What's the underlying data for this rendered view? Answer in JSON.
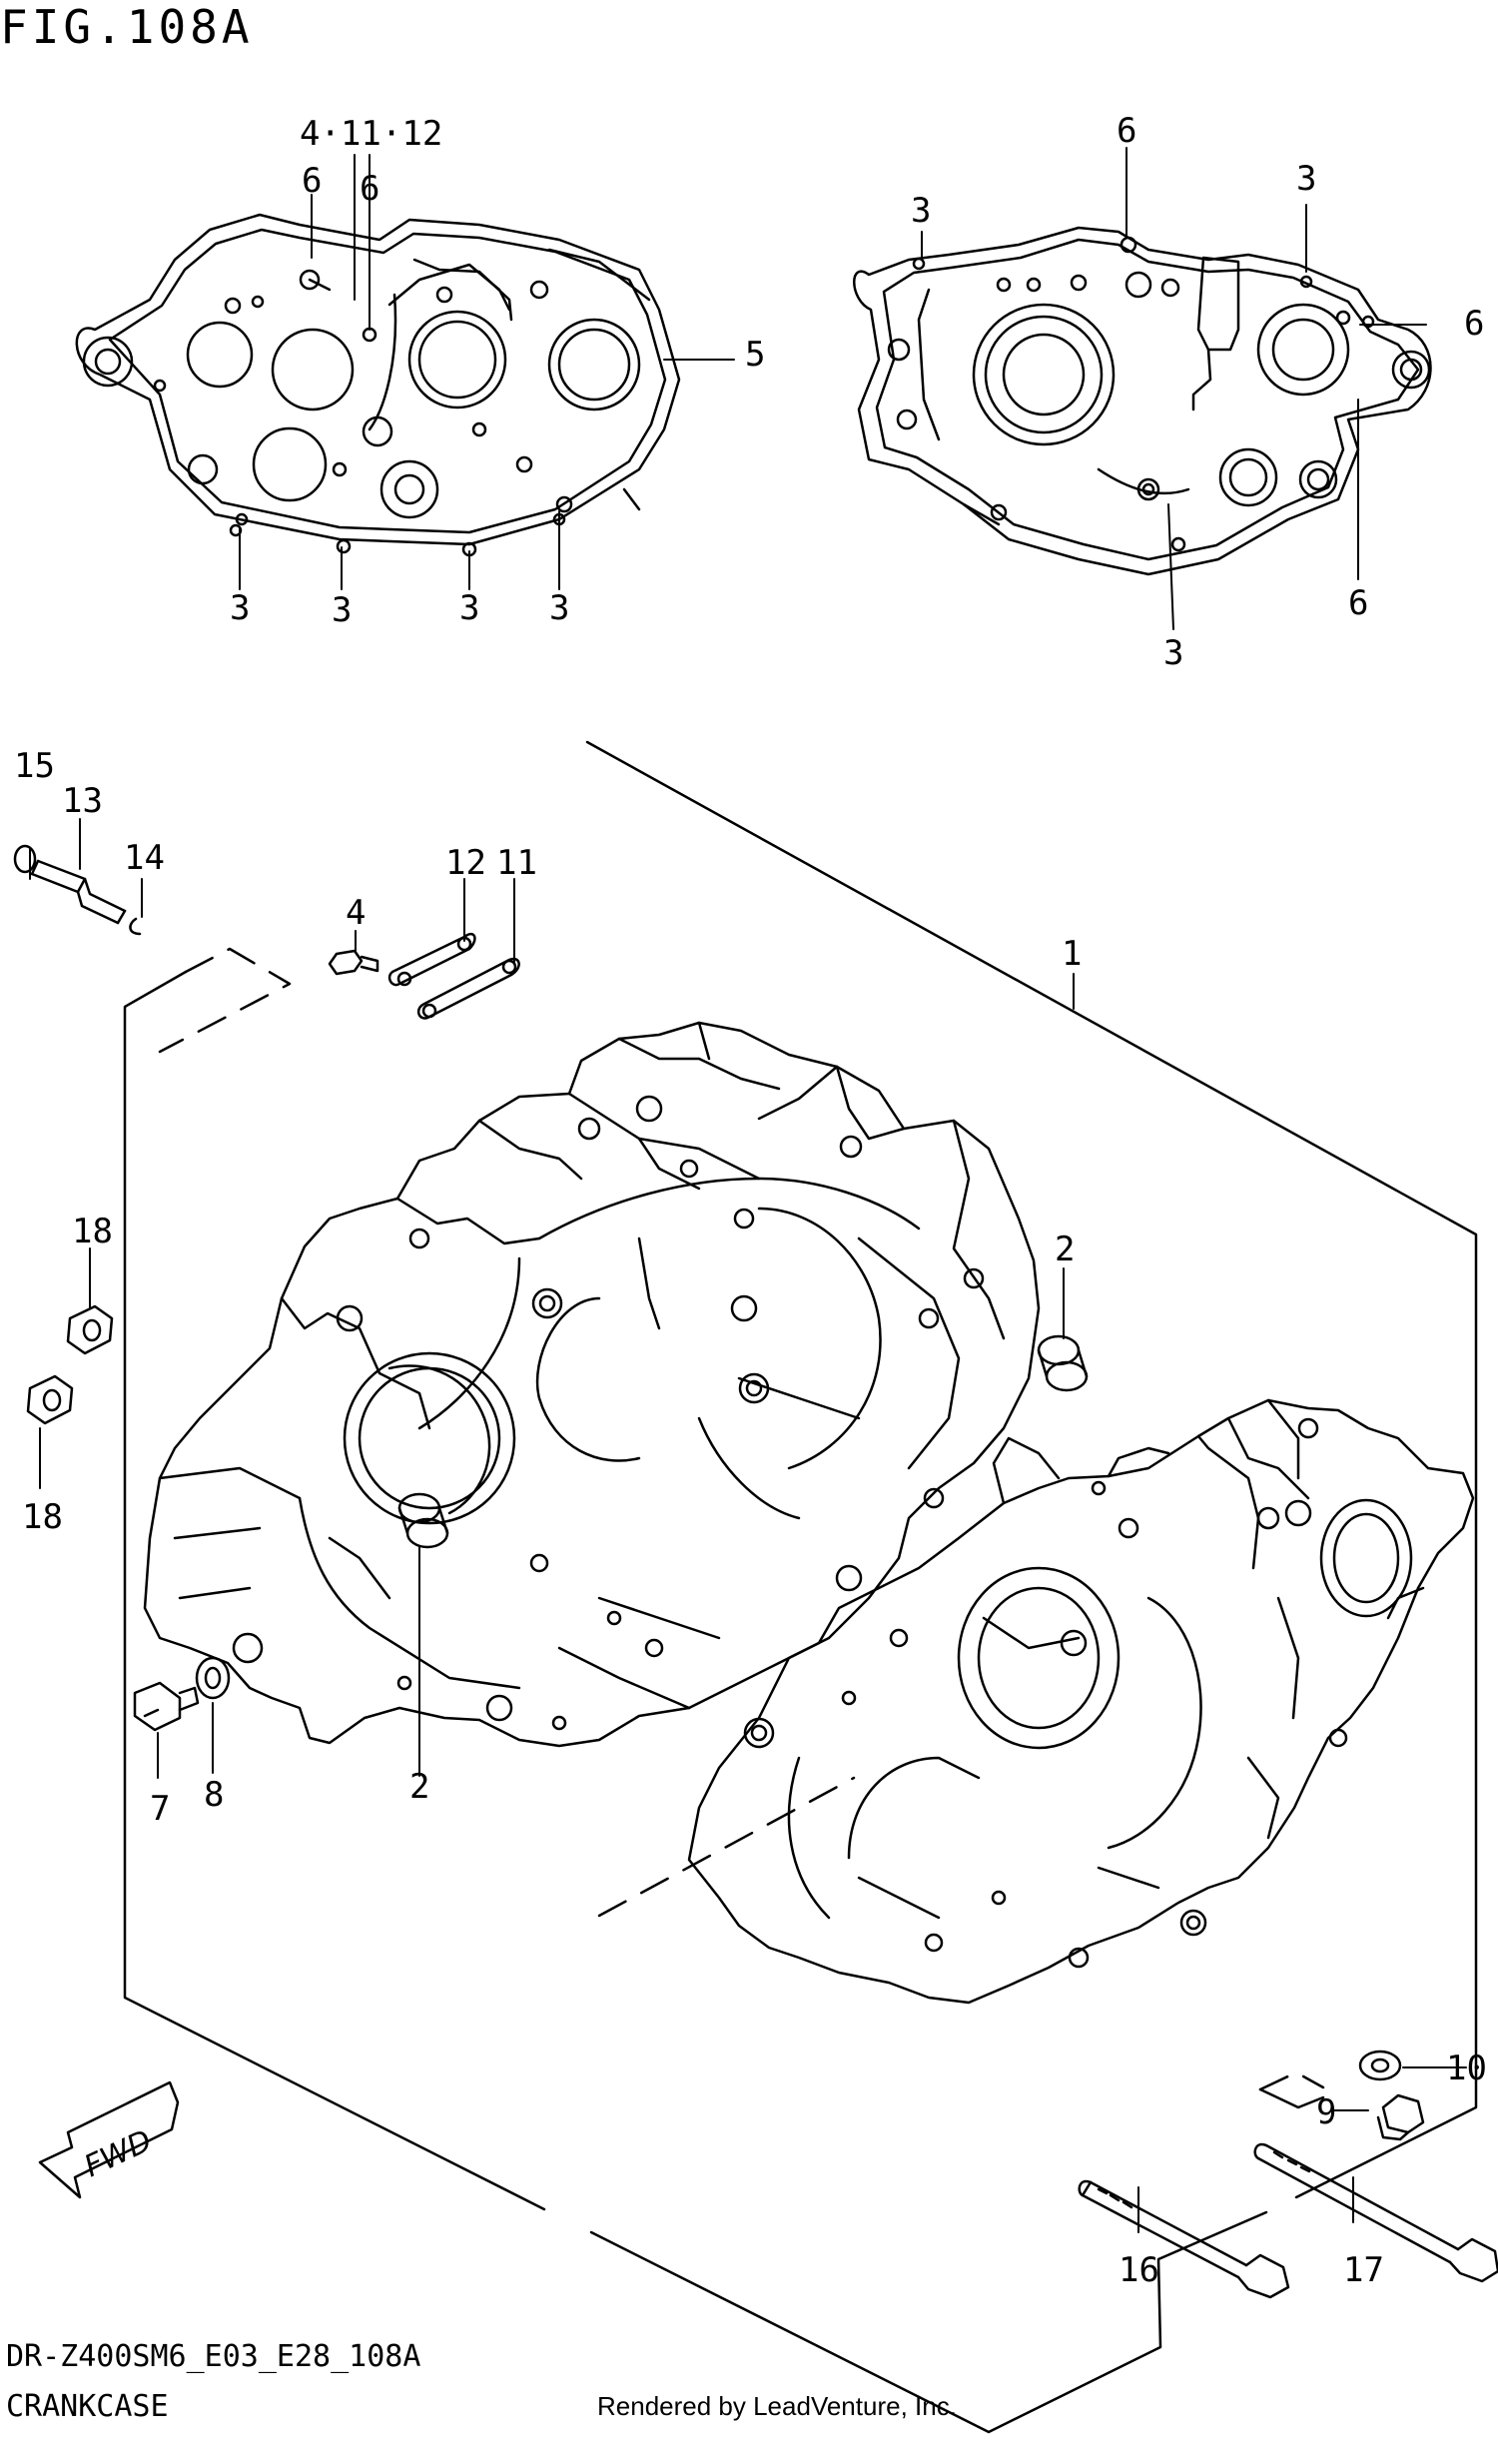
{
  "header": {
    "title": "FIG.108A"
  },
  "callouts": {
    "top_left": {
      "group_4_11_12": "4·11·12",
      "six_a": "6",
      "six_b": "6",
      "five": "5",
      "three_a": "3",
      "three_b": "3",
      "three_c": "3",
      "three_d": "3"
    },
    "top_right": {
      "six_top": "6",
      "three_top_left": "3",
      "three_top_right": "3",
      "six_right": "6",
      "six_bottom": "6",
      "three_bottom": "3"
    },
    "main": {
      "p15": "15",
      "p13": "13",
      "p14": "14",
      "p12": "12",
      "p11": "11",
      "p4": "4",
      "p1": "1",
      "p2_right": "2",
      "p18_upper": "18",
      "p18_lower": "18",
      "p7": "7",
      "p8": "8",
      "p2_bottom": "2",
      "p10": "10",
      "p9": "9",
      "p16": "16",
      "p17": "17"
    }
  },
  "arrow": {
    "label": "FWD"
  },
  "footer": {
    "code": "DR-Z400SM6_E03_E28_108A",
    "name": "CRANKCASE",
    "credit": "Rendered by LeadVenture, Inc."
  }
}
